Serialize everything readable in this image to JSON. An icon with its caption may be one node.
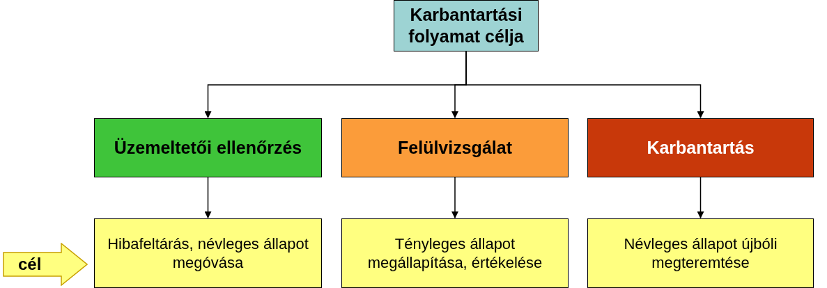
{
  "diagram": {
    "nodes": [
      {
        "text": [
          "Karbantartási folyamat célja"
        ]
      },
      {
        "text": [
          "Üzemeltetői ellenőrzés"
        ]
      },
      {
        "text": [
          "Felülvizsgálat"
        ]
      },
      {
        "text": [
          "Karbantartás"
        ]
      },
      {
        "text": [
          "Hibafeltárás, névleges állapot megóvása"
        ]
      },
      {
        "text": [
          "Tényleges állapot megállapítása, értékelése"
        ]
      },
      {
        "text": [
          "Névleges állapot újbóli megteremtése"
        ]
      },
      {
        "text": [
          "cél"
        ]
      }
    ],
    "edges": [
      {
        "from": 0,
        "to": 1,
        "arrow": "to"
      },
      {
        "from": 0,
        "to": 2,
        "arrow": "to"
      },
      {
        "from": 0,
        "to": 3,
        "arrow": "to"
      },
      {
        "from": 1,
        "to": 4,
        "arrow": "to"
      },
      {
        "from": 2,
        "to": 5,
        "arrow": "to"
      },
      {
        "from": 3,
        "to": 6,
        "arrow": "to"
      }
    ]
  }
}
